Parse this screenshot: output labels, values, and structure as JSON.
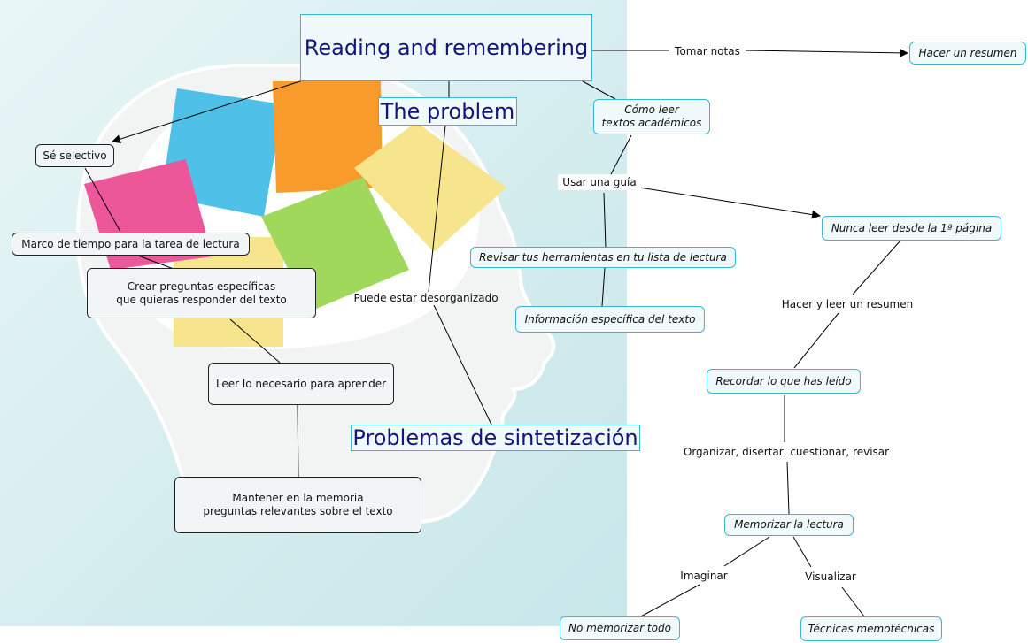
{
  "map": {
    "title": "Reading and remembering",
    "problem": "The problem",
    "synthesis": "Problemas de sintetización",
    "disorganized": "Puede estar desorganizado",
    "take_notes": "Tomar notas",
    "make_summary": "Hacer un resumen",
    "how_to_read": "Cómo leer\ntextos académicos",
    "use_guide": "Usar una guía",
    "never_first_page": "Nunca leer desde la 1ª página",
    "review_tools": "Revisar tus herramientas en tu lista de lectura",
    "specific_info": "Información específica del texto",
    "read_summary": "Hacer y leer un resumen",
    "remember_read": "Recordar lo que has leído",
    "organize": "Organizar, disertar, cuestionar, revisar",
    "memorize_reading": "Memorizar la lectura",
    "imagine": "Imaginar",
    "visualize": "Visualizar",
    "dont_memorize_all": "No memorizar todo",
    "mnemonic": "Técnicas memotécnicas",
    "be_selective": "Sé selectivo",
    "time_frame": "Marco de tiempo para la tarea de lectura",
    "create_questions": "Crear preguntas específicas\nque quieras responder del texto",
    "read_necessary": "Leer lo necesario para aprender",
    "keep_memory": "Mantener en la memoria\npreguntas relevantes sobre el texto"
  },
  "colors": {
    "cyan_border": "#39b6d3",
    "title_text": "#14147a",
    "note_blue": "#4fc1e9",
    "note_orange": "#f89b2b",
    "note_pink": "#ec579a",
    "note_green": "#a0d85b",
    "note_yellow": "#f7e58e"
  },
  "illustration": "head-with-sticky-notes"
}
